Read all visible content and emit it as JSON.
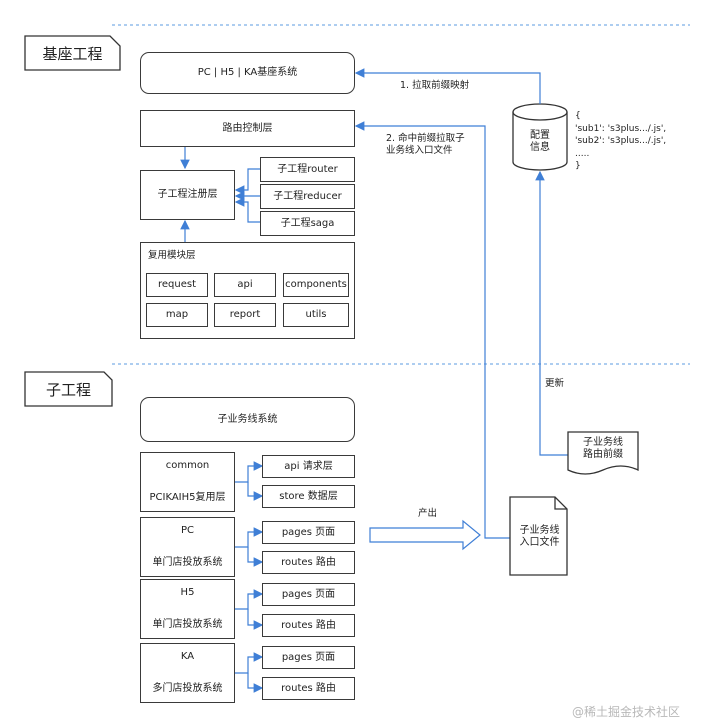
{
  "sections": {
    "base_title": "基座工程",
    "sub_title": "子工程"
  },
  "base": {
    "system": "PC | H5 | KA基座系统",
    "router_layer": "路由控制层",
    "register_layer": "子工程注册层",
    "sub_router": "子工程router",
    "sub_reducer": "子工程reducer",
    "sub_saga": "子工程saga",
    "reuse_layer_title": "复用模块层",
    "modules": [
      "request",
      "api",
      "components",
      "map",
      "report",
      "utils"
    ]
  },
  "config": {
    "label": "配置\n信息",
    "code": "{\n  'sub1': 's3plus.../.js',\n  'sub2': 's3plus.../.js',\n  .....\n}"
  },
  "arrows": {
    "fetch_prefix": "1. 拉取前缀映射",
    "hit_prefix": "2. 命中前缀拉取子\n业务线入口文件",
    "update": "更新",
    "produce": "产出"
  },
  "sub": {
    "system": "子业务线系统",
    "groups": [
      {
        "title": "common",
        "subtitle": "PCIKAIH5复用层",
        "items": [
          "api 请求层",
          "store 数据层"
        ]
      },
      {
        "title": "PC",
        "subtitle": "单门店投放系统",
        "items": [
          "pages 页面",
          "routes 路由"
        ]
      },
      {
        "title": "H5",
        "subtitle": "单门店投放系统",
        "items": [
          "pages 页面",
          "routes 路由"
        ]
      },
      {
        "title": "KA",
        "subtitle": "多门店投放系统",
        "items": [
          "pages 页面",
          "routes 路由"
        ]
      }
    ],
    "entry_file": "子业务线\n入口文件",
    "route_prefix_doc": "子业务线\n路由前缀"
  },
  "watermark": "@稀土掘金技术社区"
}
